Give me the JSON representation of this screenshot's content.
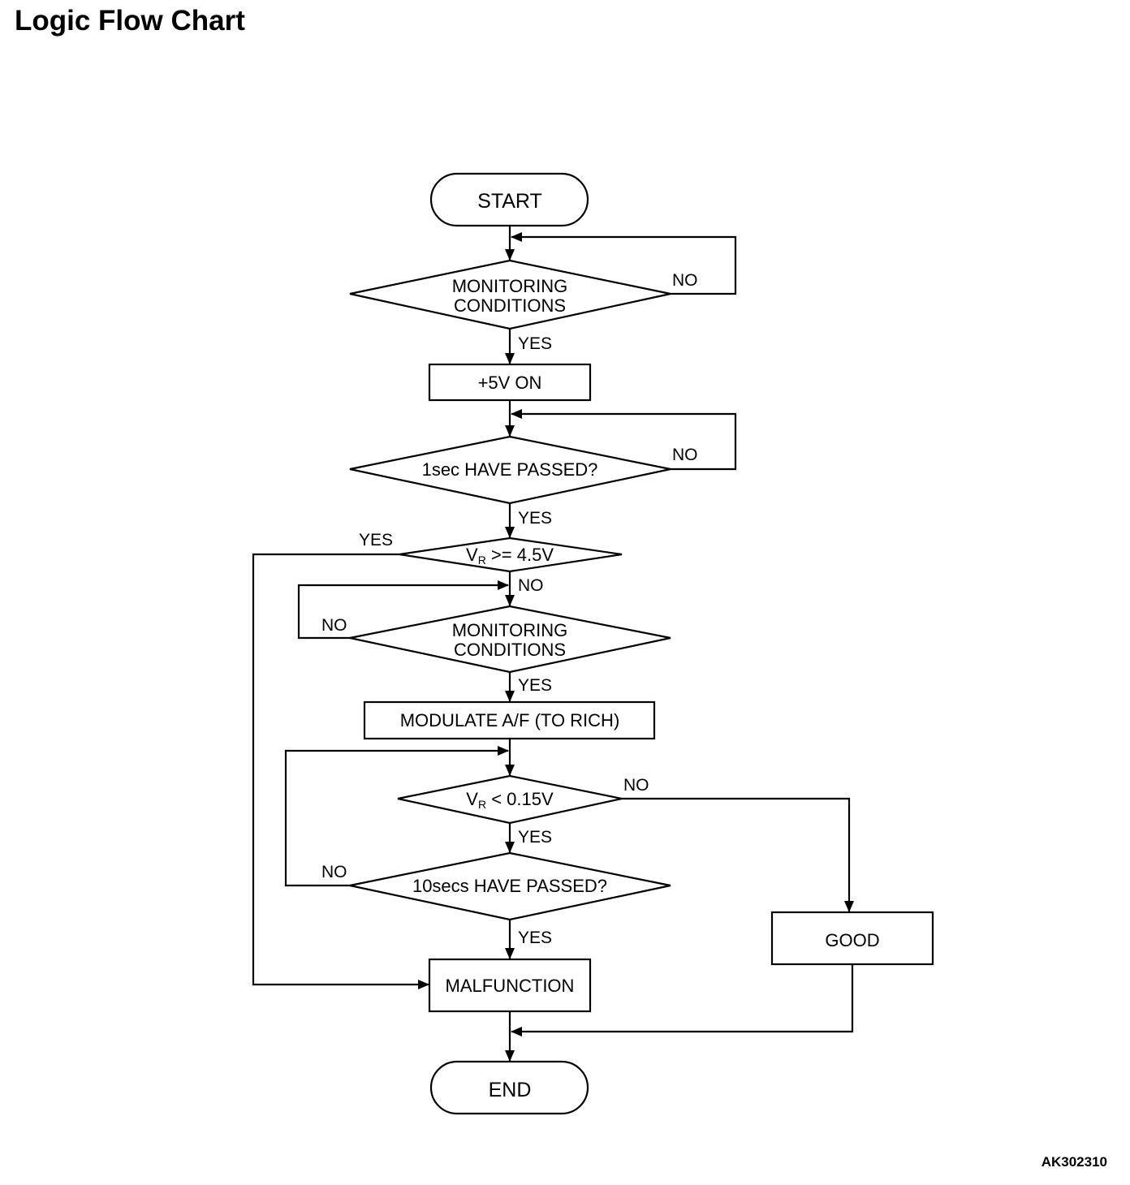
{
  "title": "Logic Flow Chart",
  "figure_id": "AK302310",
  "nodes": {
    "start": "START",
    "monitoring_1_line1": "MONITORING",
    "monitoring_1_line2": "CONDITIONS",
    "plus5v_on": "+5V ON",
    "one_sec_passed": "1sec HAVE PASSED?",
    "vr_ge_4_5_prefix": "V",
    "vr_ge_4_5_sub": "R",
    "vr_ge_4_5_suffix": " >= 4.5V",
    "monitoring_2_line1": "MONITORING",
    "monitoring_2_line2": "CONDITIONS",
    "modulate": "MODULATE A/F (TO RICH)",
    "vr_lt_0_15_prefix": "V",
    "vr_lt_0_15_sub": "R",
    "vr_lt_0_15_suffix": " < 0.15V",
    "ten_secs_passed": "10secs HAVE PASSED?",
    "good": "GOOD",
    "malfunction": "MALFUNCTION",
    "end": "END"
  },
  "edge_labels": {
    "monitoring_1_no": "NO",
    "monitoring_1_yes": "YES",
    "one_sec_no": "NO",
    "one_sec_yes": "YES",
    "vr_ge_yes": "YES",
    "vr_ge_no": "NO",
    "monitoring_2_no": "NO",
    "monitoring_2_yes": "YES",
    "vr_lt_no": "NO",
    "vr_lt_yes": "YES",
    "ten_secs_no": "NO",
    "ten_secs_yes": "YES"
  }
}
